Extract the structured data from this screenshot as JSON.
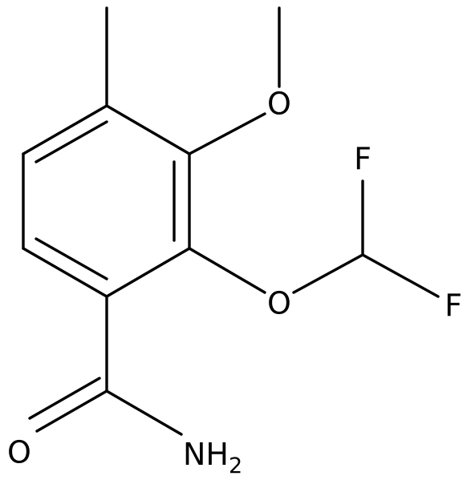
{
  "molecule": {
    "atoms": {
      "o_methoxy": "O",
      "o_ether": "O",
      "f_top": "F",
      "f_right": "F",
      "o_carbonyl": "O",
      "amide_n": "NH",
      "amide_n_sub": "2"
    }
  }
}
